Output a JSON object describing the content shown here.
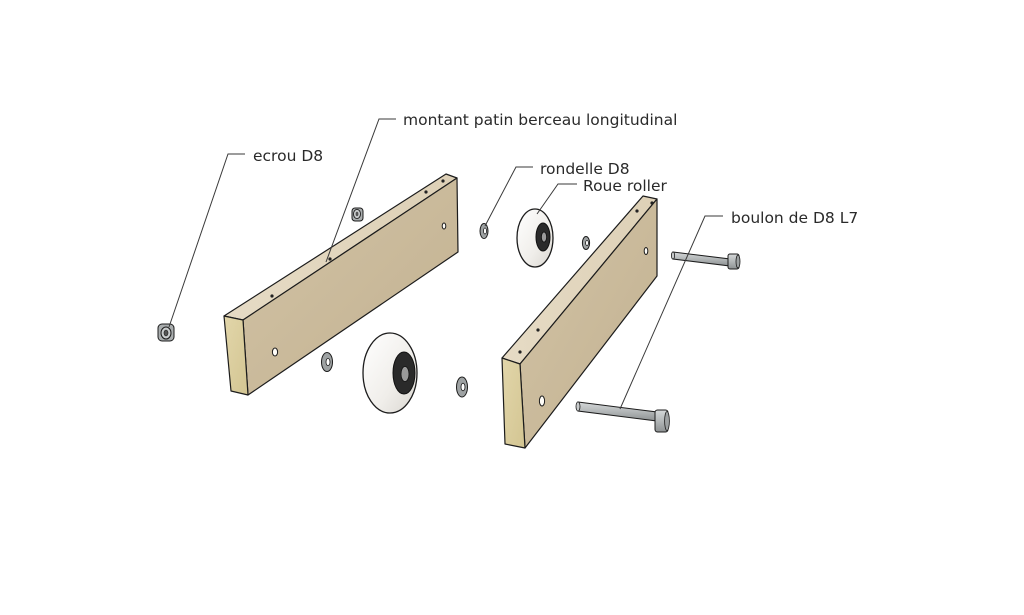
{
  "labels": {
    "montant": "montant patin berceau longitudinal",
    "ecrou": "ecrou D8",
    "rondelle": "rondelle D8",
    "roue": "Roue roller",
    "boulon": "boulon de D8 L7"
  },
  "colors": {
    "wood_top": "#e2d6be",
    "wood_face": "#cbbb9c",
    "wood_end": "#ddd0a4",
    "wheel": "#f3f1ee",
    "hub": "#222222",
    "metal": "#b9bcbd",
    "metal_dark": "#7e8283"
  }
}
